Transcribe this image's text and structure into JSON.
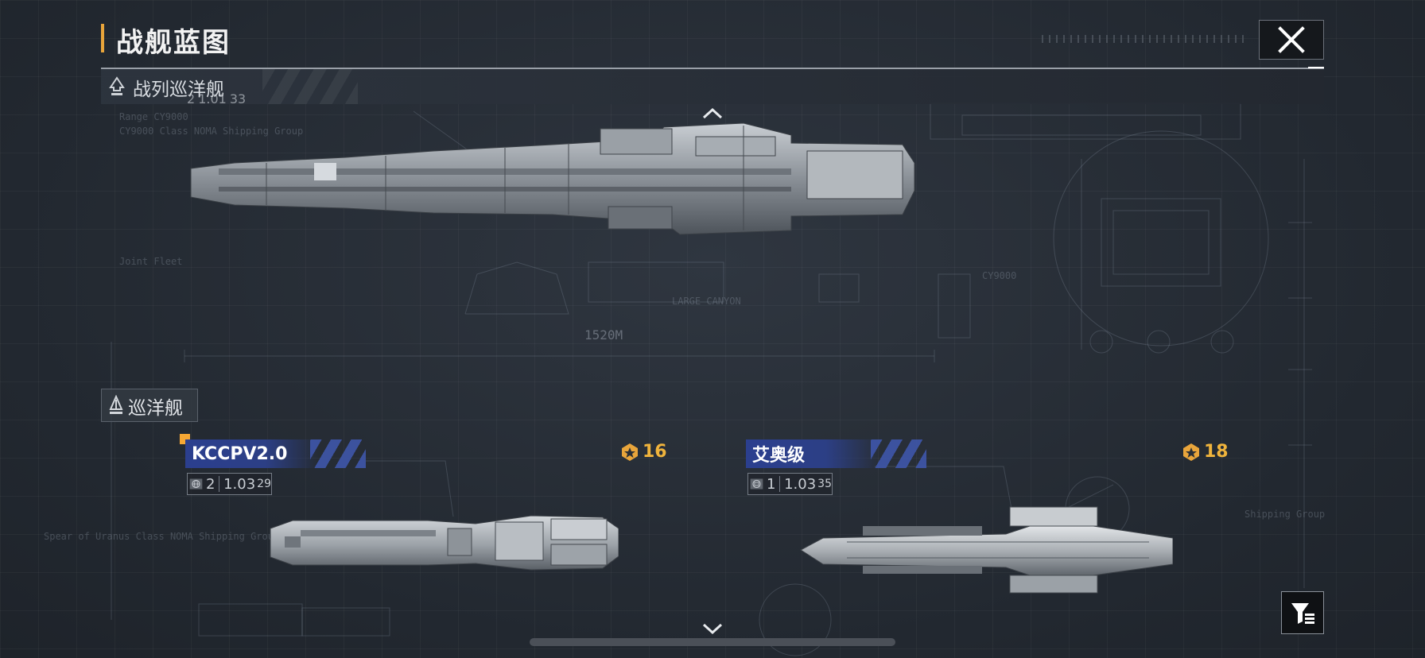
{
  "header": {
    "title": "战舰蓝图",
    "close_icon": "close-icon"
  },
  "category": {
    "label": "战列巡洋舰",
    "icon": "battlecruiser-class-icon"
  },
  "featured_ship": {
    "stats_count": "2",
    "stats_version": "1.01",
    "stats_sub": "33",
    "length_label": "1520M"
  },
  "cruiser_section": {
    "label": "巡洋舰",
    "icon": "cruiser-class-icon"
  },
  "ships": [
    {
      "name": "KCCPV2.0",
      "level": "16",
      "count": "2",
      "version": "1.03",
      "sub": "29",
      "selected": true
    },
    {
      "name": "艾奥级",
      "level": "18",
      "count": "1",
      "version": "1.03",
      "sub": "35",
      "selected": false
    }
  ],
  "colors": {
    "accent": "#e9a53b",
    "tag_blue": "#2b3f8f",
    "level_gold": "#f0b43c",
    "background": "#252b33"
  },
  "controls": {
    "filter_icon": "filter-icon",
    "scroll_up_icon": "chevron-up-icon",
    "scroll_down_icon": "chevron-down-icon"
  }
}
